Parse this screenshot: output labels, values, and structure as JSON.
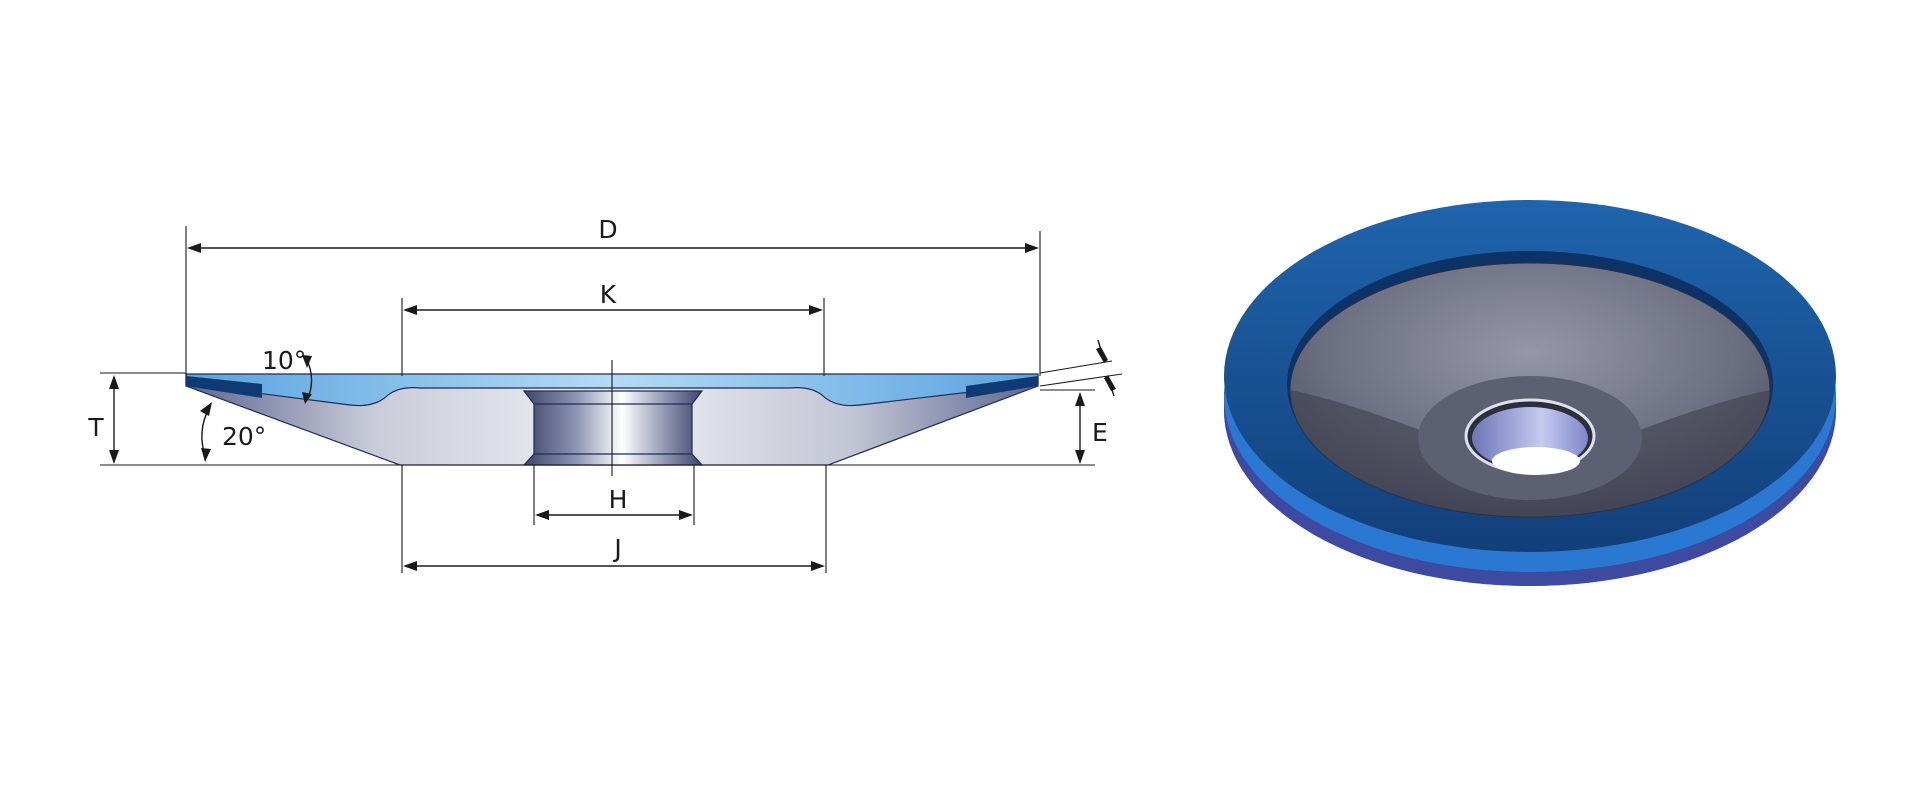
{
  "labels": {
    "outer_diameter": "D",
    "bore_recess_diameter": "K",
    "thickness": "T",
    "wall_e": "E",
    "hole": "H",
    "back_diameter": "J",
    "angle_top": "10°",
    "angle_bottom": "20°"
  },
  "colors": {
    "rim_blue": "#1c5ea6",
    "rim_dark": "#0f3a73",
    "rim_light": "#8fc3ea",
    "body_gray": "#9ea6bd",
    "bore_dark": "#4a5170",
    "dish_dark": "#4b4f5e",
    "dish_light": "#8a8d9e",
    "line_color": "#1a1a1a"
  }
}
